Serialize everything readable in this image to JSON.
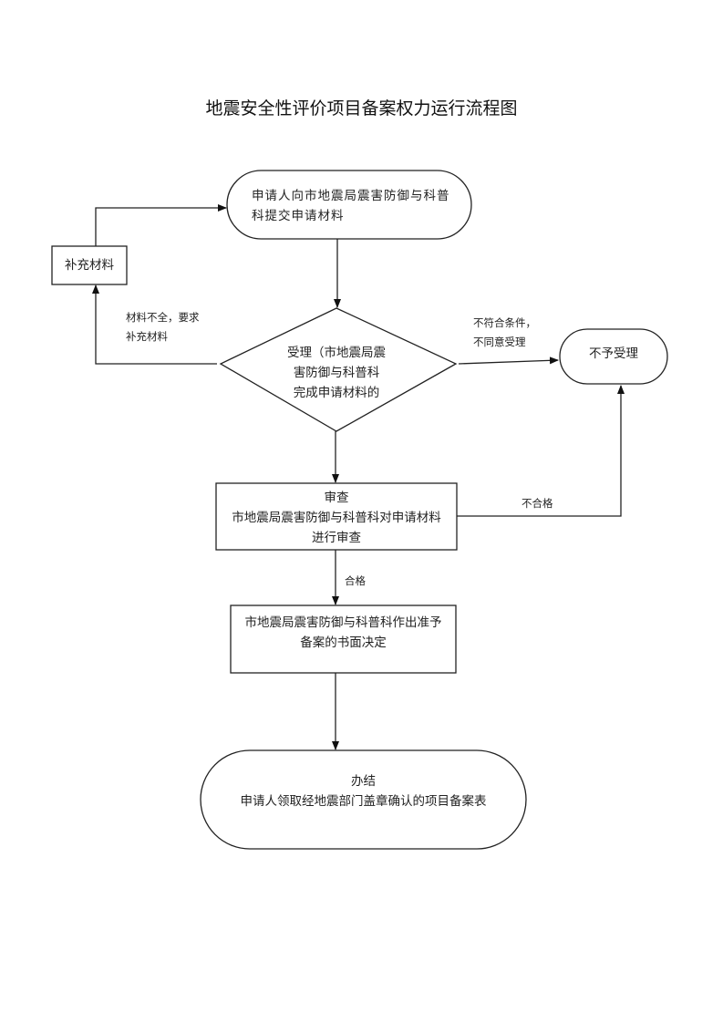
{
  "title": "地震安全性评价项目备案权力运行流程图",
  "nodes": {
    "start": {
      "lines": [
        "申请人向市地震局震害防御与科普",
        "科提交申请材料"
      ]
    },
    "supplement": {
      "label": "补充材料"
    },
    "accept": {
      "lines": [
        "受理（市地震局震",
        "害防御与科普科",
        "完成申请材料的"
      ]
    },
    "reject": {
      "label": "不予受理"
    },
    "review": {
      "lines": [
        "审查",
        "市地震局震害防御与科普科对申请材料",
        "进行审查"
      ]
    },
    "decision": {
      "lines": [
        "市地震局震害防御与科普科作出准予",
        "备案的书面决定"
      ]
    },
    "end": {
      "lines": [
        "办结",
        "申请人领取经地震部门盖章确认的项目备案表"
      ]
    }
  },
  "edge_labels": {
    "incomplete": [
      "材料不全，要求",
      "补充材料"
    ],
    "not_eligible": [
      "不符合条件，",
      "不同意受理"
    ],
    "fail": "不合格",
    "pass": "合格"
  }
}
